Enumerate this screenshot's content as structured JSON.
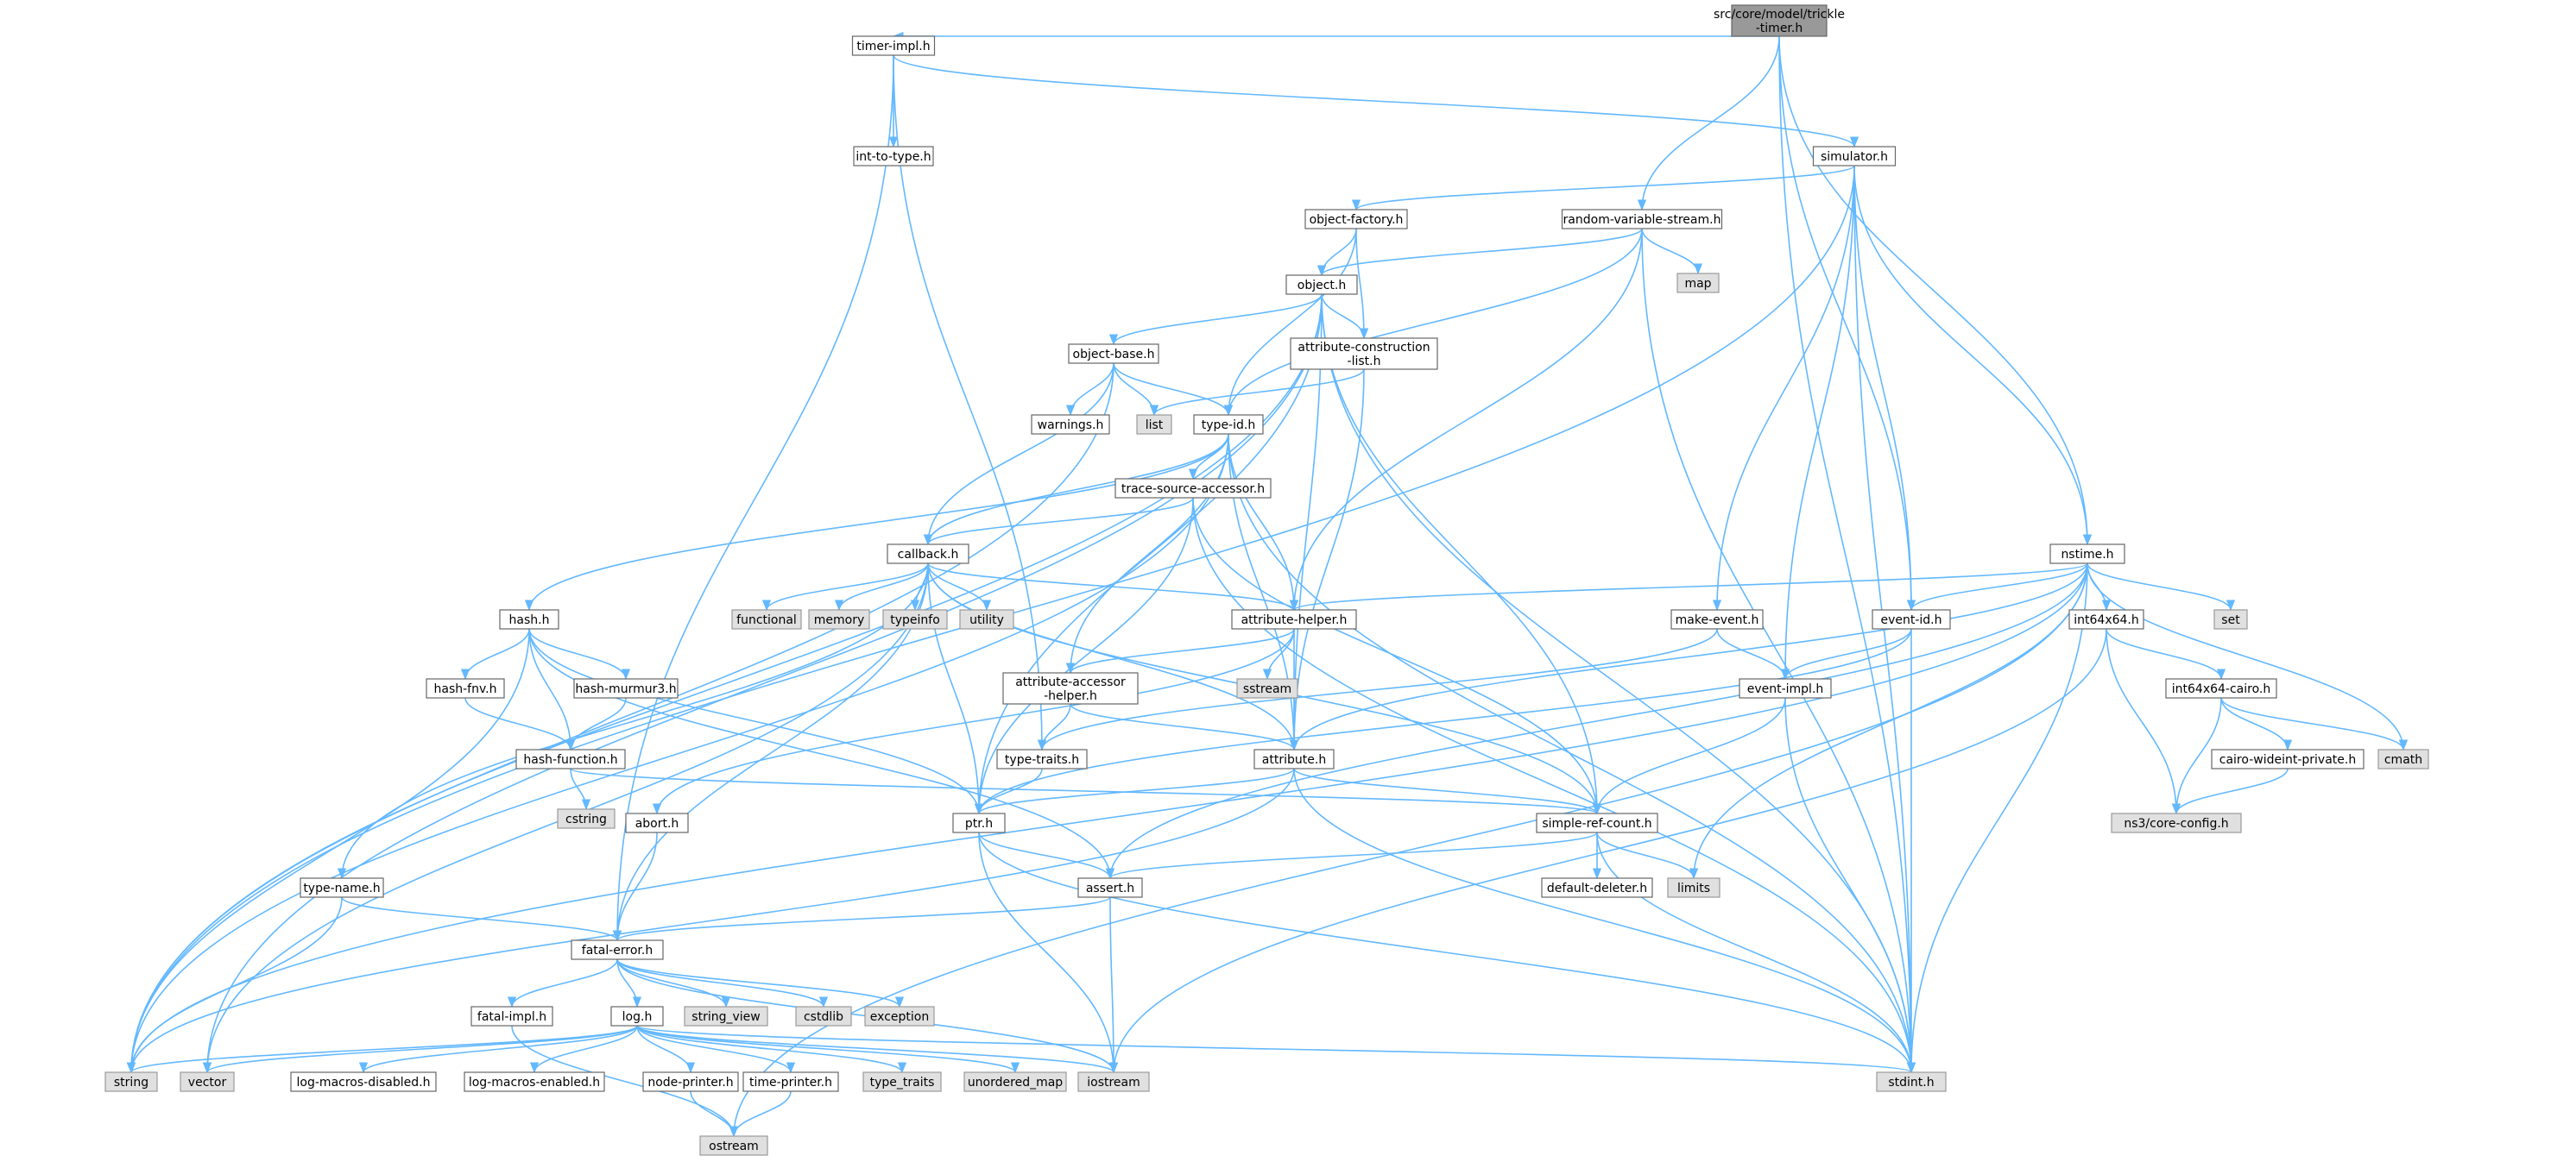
{
  "diagram": {
    "nodes": [
      {
        "id": "root",
        "kind": "root",
        "lines": [
          "src/core/model/trickle",
          "-timer.h"
        ]
      },
      {
        "id": "timer-impl",
        "kind": "file",
        "lines": [
          "timer-impl.h"
        ]
      },
      {
        "id": "int-to-type",
        "kind": "file",
        "lines": [
          "int-to-type.h"
        ]
      },
      {
        "id": "simulator",
        "kind": "file",
        "lines": [
          "simulator.h"
        ]
      },
      {
        "id": "object-factory",
        "kind": "file",
        "lines": [
          "object-factory.h"
        ]
      },
      {
        "id": "random-variable-stream",
        "kind": "file",
        "lines": [
          "random-variable-stream.h"
        ]
      },
      {
        "id": "map",
        "kind": "sys",
        "lines": [
          "map"
        ]
      },
      {
        "id": "object",
        "kind": "file",
        "lines": [
          "object.h"
        ]
      },
      {
        "id": "object-base",
        "kind": "file",
        "lines": [
          "object-base.h"
        ]
      },
      {
        "id": "attribute-construction-list",
        "kind": "file",
        "lines": [
          "attribute-construction",
          "-list.h"
        ]
      },
      {
        "id": "warnings",
        "kind": "file",
        "lines": [
          "warnings.h"
        ]
      },
      {
        "id": "list",
        "kind": "sys",
        "lines": [
          "list"
        ]
      },
      {
        "id": "type-id",
        "kind": "file",
        "lines": [
          "type-id.h"
        ]
      },
      {
        "id": "trace-source-accessor",
        "kind": "file",
        "lines": [
          "trace-source-accessor.h"
        ]
      },
      {
        "id": "callback",
        "kind": "file",
        "lines": [
          "callback.h"
        ]
      },
      {
        "id": "nstime",
        "kind": "file",
        "lines": [
          "nstime.h"
        ]
      },
      {
        "id": "hash",
        "kind": "file",
        "lines": [
          "hash.h"
        ]
      },
      {
        "id": "functional",
        "kind": "sys",
        "lines": [
          "functional"
        ]
      },
      {
        "id": "memory",
        "kind": "sys",
        "lines": [
          "memory"
        ]
      },
      {
        "id": "typeinfo",
        "kind": "sys",
        "lines": [
          "typeinfo"
        ]
      },
      {
        "id": "utility",
        "kind": "sys",
        "lines": [
          "utility"
        ]
      },
      {
        "id": "attribute-helper",
        "kind": "file",
        "lines": [
          "attribute-helper.h"
        ]
      },
      {
        "id": "make-event",
        "kind": "file",
        "lines": [
          "make-event.h"
        ]
      },
      {
        "id": "event-id",
        "kind": "file",
        "lines": [
          "event-id.h"
        ]
      },
      {
        "id": "int64x64",
        "kind": "file",
        "lines": [
          "int64x64.h"
        ]
      },
      {
        "id": "set",
        "kind": "sys",
        "lines": [
          "set"
        ]
      },
      {
        "id": "hash-fnv",
        "kind": "file",
        "lines": [
          "hash-fnv.h"
        ]
      },
      {
        "id": "hash-murmur3",
        "kind": "file",
        "lines": [
          "hash-murmur3.h"
        ]
      },
      {
        "id": "sstream",
        "kind": "sys",
        "lines": [
          "sstream"
        ]
      },
      {
        "id": "attribute-accessor-helper",
        "kind": "file",
        "lines": [
          "attribute-accessor",
          "-helper.h"
        ]
      },
      {
        "id": "event-impl",
        "kind": "file",
        "lines": [
          "event-impl.h"
        ]
      },
      {
        "id": "int64x64-cairo",
        "kind": "file",
        "lines": [
          "int64x64-cairo.h"
        ]
      },
      {
        "id": "hash-function",
        "kind": "file",
        "lines": [
          "hash-function.h"
        ]
      },
      {
        "id": "type-traits",
        "kind": "file",
        "lines": [
          "type-traits.h"
        ]
      },
      {
        "id": "attribute",
        "kind": "file",
        "lines": [
          "attribute.h"
        ]
      },
      {
        "id": "cairo-wideint-private",
        "kind": "file",
        "lines": [
          "cairo-wideint-private.h"
        ]
      },
      {
        "id": "cmath",
        "kind": "sys",
        "lines": [
          "cmath"
        ]
      },
      {
        "id": "cstring",
        "kind": "sys",
        "lines": [
          "cstring"
        ]
      },
      {
        "id": "abort",
        "kind": "file",
        "lines": [
          "abort.h"
        ]
      },
      {
        "id": "ptr",
        "kind": "file",
        "lines": [
          "ptr.h"
        ]
      },
      {
        "id": "simple-ref-count",
        "kind": "file",
        "lines": [
          "simple-ref-count.h"
        ]
      },
      {
        "id": "ns3-core-config",
        "kind": "sys",
        "lines": [
          "ns3/core-config.h"
        ]
      },
      {
        "id": "type-name",
        "kind": "file",
        "lines": [
          "type-name.h"
        ]
      },
      {
        "id": "assert",
        "kind": "file",
        "lines": [
          "assert.h"
        ]
      },
      {
        "id": "limits",
        "kind": "sys",
        "lines": [
          "limits"
        ]
      },
      {
        "id": "default-deleter",
        "kind": "file",
        "lines": [
          "default-deleter.h"
        ]
      },
      {
        "id": "fatal-error",
        "kind": "file",
        "lines": [
          "fatal-error.h"
        ]
      },
      {
        "id": "fatal-impl",
        "kind": "file",
        "lines": [
          "fatal-impl.h"
        ]
      },
      {
        "id": "log",
        "kind": "file",
        "lines": [
          "log.h"
        ]
      },
      {
        "id": "string_view",
        "kind": "sys",
        "lines": [
          "string_view"
        ]
      },
      {
        "id": "cstdlib",
        "kind": "sys",
        "lines": [
          "cstdlib"
        ]
      },
      {
        "id": "exception",
        "kind": "sys",
        "lines": [
          "exception"
        ]
      },
      {
        "id": "string",
        "kind": "sys",
        "lines": [
          "string"
        ]
      },
      {
        "id": "vector",
        "kind": "sys",
        "lines": [
          "vector"
        ]
      },
      {
        "id": "log-macros-disabled",
        "kind": "file",
        "lines": [
          "log-macros-disabled.h"
        ]
      },
      {
        "id": "log-macros-enabled",
        "kind": "file",
        "lines": [
          "log-macros-enabled.h"
        ]
      },
      {
        "id": "node-printer",
        "kind": "file",
        "lines": [
          "node-printer.h"
        ]
      },
      {
        "id": "time-printer",
        "kind": "file",
        "lines": [
          "time-printer.h"
        ]
      },
      {
        "id": "type_traits",
        "kind": "sys",
        "lines": [
          "type_traits"
        ]
      },
      {
        "id": "unordered_map",
        "kind": "sys",
        "lines": [
          "unordered_map"
        ]
      },
      {
        "id": "iostream",
        "kind": "sys",
        "lines": [
          "iostream"
        ]
      },
      {
        "id": "stdint",
        "kind": "sys",
        "lines": [
          "stdint.h"
        ]
      },
      {
        "id": "ostream",
        "kind": "sys",
        "lines": [
          "ostream"
        ]
      }
    ],
    "edges": [
      [
        "root",
        "timer-impl"
      ],
      [
        "root",
        "random-variable-stream"
      ],
      [
        "root",
        "nstime"
      ],
      [
        "root",
        "event-id"
      ],
      [
        "root",
        "stdint"
      ],
      [
        "timer-impl",
        "int-to-type"
      ],
      [
        "timer-impl",
        "simulator"
      ],
      [
        "timer-impl",
        "type-traits"
      ],
      [
        "timer-impl",
        "fatal-error"
      ],
      [
        "simulator",
        "object-factory"
      ],
      [
        "simulator",
        "nstime"
      ],
      [
        "simulator",
        "make-event"
      ],
      [
        "simulator",
        "event-id"
      ],
      [
        "simulator",
        "event-impl"
      ],
      [
        "simulator",
        "string"
      ],
      [
        "simulator",
        "stdint"
      ],
      [
        "object-factory",
        "object"
      ],
      [
        "object-factory",
        "attribute-construction-list"
      ],
      [
        "object-factory",
        "type-id"
      ],
      [
        "random-variable-stream",
        "object"
      ],
      [
        "random-variable-stream",
        "type-id"
      ],
      [
        "random-variable-stream",
        "attribute-helper"
      ],
      [
        "random-variable-stream",
        "map"
      ],
      [
        "random-variable-stream",
        "stdint"
      ],
      [
        "object",
        "object-base"
      ],
      [
        "object",
        "attribute-construction-list"
      ],
      [
        "object",
        "ptr"
      ],
      [
        "object",
        "attribute"
      ],
      [
        "object",
        "simple-ref-count"
      ],
      [
        "object",
        "string"
      ],
      [
        "object",
        "vector"
      ],
      [
        "object",
        "stdint"
      ],
      [
        "object-base",
        "type-id"
      ],
      [
        "object-base",
        "callback"
      ],
      [
        "object-base",
        "warnings"
      ],
      [
        "object-base",
        "list"
      ],
      [
        "object-base",
        "string"
      ],
      [
        "attribute-construction-list",
        "attribute"
      ],
      [
        "attribute-construction-list",
        "list"
      ],
      [
        "type-id",
        "trace-source-accessor"
      ],
      [
        "type-id",
        "callback"
      ],
      [
        "type-id",
        "hash"
      ],
      [
        "type-id",
        "attribute-helper"
      ],
      [
        "type-id",
        "attribute-accessor-helper"
      ],
      [
        "type-id",
        "attribute"
      ],
      [
        "type-id",
        "string"
      ],
      [
        "type-id",
        "stdint"
      ],
      [
        "trace-source-accessor",
        "callback"
      ],
      [
        "trace-source-accessor",
        "ptr"
      ],
      [
        "trace-source-accessor",
        "simple-ref-count"
      ],
      [
        "trace-source-accessor",
        "stdint"
      ],
      [
        "callback",
        "functional"
      ],
      [
        "callback",
        "memory"
      ],
      [
        "callback",
        "typeinfo"
      ],
      [
        "callback",
        "utility"
      ],
      [
        "callback",
        "attribute-helper"
      ],
      [
        "callback",
        "attribute"
      ],
      [
        "callback",
        "ptr"
      ],
      [
        "callback",
        "simple-ref-count"
      ],
      [
        "callback",
        "fatal-error"
      ],
      [
        "callback",
        "type-name"
      ],
      [
        "callback",
        "vector"
      ],
      [
        "nstime",
        "attribute-helper"
      ],
      [
        "nstime",
        "event-id"
      ],
      [
        "nstime",
        "int64x64"
      ],
      [
        "nstime",
        "set"
      ],
      [
        "nstime",
        "cmath"
      ],
      [
        "nstime",
        "limits"
      ],
      [
        "nstime",
        "assert"
      ],
      [
        "nstime",
        "attribute"
      ],
      [
        "nstime",
        "stdint"
      ],
      [
        "nstime",
        "ostream"
      ],
      [
        "nstime",
        "string"
      ],
      [
        "hash",
        "hash-fnv"
      ],
      [
        "hash",
        "hash-murmur3"
      ],
      [
        "hash",
        "hash-function"
      ],
      [
        "hash",
        "assert"
      ],
      [
        "hash",
        "ptr"
      ],
      [
        "hash",
        "string"
      ],
      [
        "hash-fnv",
        "hash-function"
      ],
      [
        "hash-murmur3",
        "hash-function"
      ],
      [
        "hash-function",
        "cstring"
      ],
      [
        "hash-function",
        "simple-ref-count"
      ],
      [
        "attribute-helper",
        "attribute-accessor-helper"
      ],
      [
        "attribute-helper",
        "attribute"
      ],
      [
        "attribute-helper",
        "sstream"
      ],
      [
        "attribute-helper",
        "abort"
      ],
      [
        "attribute-accessor-helper",
        "attribute"
      ],
      [
        "attribute-accessor-helper",
        "type-traits"
      ],
      [
        "make-event",
        "event-impl"
      ],
      [
        "make-event",
        "type-traits"
      ],
      [
        "event-id",
        "event-impl"
      ],
      [
        "event-id",
        "ptr"
      ],
      [
        "event-id",
        "stdint"
      ],
      [
        "event-impl",
        "simple-ref-count"
      ],
      [
        "event-impl",
        "stdint"
      ],
      [
        "int64x64",
        "int64x64-cairo"
      ],
      [
        "int64x64",
        "ns3-core-config"
      ],
      [
        "int64x64",
        "iostream"
      ],
      [
        "int64x64-cairo",
        "cairo-wideint-private"
      ],
      [
        "int64x64-cairo",
        "cmath"
      ],
      [
        "int64x64-cairo",
        "ns3-core-config"
      ],
      [
        "cairo-wideint-private",
        "ns3-core-config"
      ],
      [
        "type-traits",
        "ptr"
      ],
      [
        "attribute",
        "ptr"
      ],
      [
        "attribute",
        "simple-ref-count"
      ],
      [
        "attribute",
        "string"
      ],
      [
        "attribute",
        "stdint"
      ],
      [
        "abort",
        "fatal-error"
      ],
      [
        "ptr",
        "assert"
      ],
      [
        "ptr",
        "iostream"
      ],
      [
        "ptr",
        "stdint"
      ],
      [
        "simple-ref-count",
        "assert"
      ],
      [
        "simple-ref-count",
        "default-deleter"
      ],
      [
        "simple-ref-count",
        "limits"
      ],
      [
        "simple-ref-count",
        "stdint"
      ],
      [
        "type-name",
        "fatal-error"
      ],
      [
        "type-name",
        "string"
      ],
      [
        "assert",
        "fatal-error"
      ],
      [
        "assert",
        "iostream"
      ],
      [
        "fatal-error",
        "fatal-impl"
      ],
      [
        "fatal-error",
        "log"
      ],
      [
        "fatal-error",
        "string_view"
      ],
      [
        "fatal-error",
        "cstdlib"
      ],
      [
        "fatal-error",
        "exception"
      ],
      [
        "fatal-error",
        "iostream"
      ],
      [
        "fatal-impl",
        "ostream"
      ],
      [
        "log",
        "string"
      ],
      [
        "log",
        "vector"
      ],
      [
        "log",
        "log-macros-disabled"
      ],
      [
        "log",
        "log-macros-enabled"
      ],
      [
        "log",
        "node-printer"
      ],
      [
        "log",
        "time-printer"
      ],
      [
        "log",
        "type_traits"
      ],
      [
        "log",
        "unordered_map"
      ],
      [
        "log",
        "iostream"
      ],
      [
        "log",
        "stdint"
      ],
      [
        "node-printer",
        "ostream"
      ],
      [
        "time-printer",
        "ostream"
      ]
    ]
  },
  "colors": {
    "edge": "#63b8ff",
    "file_fill": "#ffffff",
    "sys_fill": "#e0e0e0",
    "root_fill": "#999999",
    "border": "#666666"
  }
}
